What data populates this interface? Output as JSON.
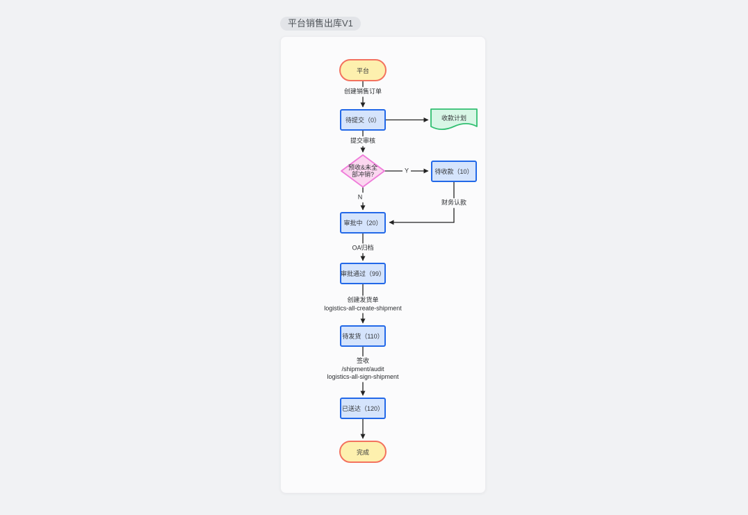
{
  "header": {
    "title_badge": "平台销售出库V1"
  },
  "flowchart": {
    "nodes": {
      "start": {
        "label": "平台"
      },
      "pending_submit": {
        "label": "待提交（0）"
      },
      "payment_plan": {
        "label": "收款计划"
      },
      "decision": {
        "label_line1": "预收&未全",
        "label_line2": "部冲销?"
      },
      "pending_payment": {
        "label": "待收款（10）"
      },
      "approving": {
        "label": "审批中（20）"
      },
      "approved": {
        "label": "审批通过（99）"
      },
      "pending_ship": {
        "label": "待发货（110）"
      },
      "delivered": {
        "label": "已送达（120）"
      },
      "end": {
        "label": "完成"
      }
    },
    "edge_labels": {
      "create_order": "创建销售订单",
      "submit_audit": "提交审核",
      "yes": "Y",
      "no": "N",
      "finance_confirm": "财务认款",
      "oa_archive": "OA归档",
      "create_shipment_line1": "创建发货单",
      "create_shipment_line2": "logistics-all-create-shipment",
      "sign_line1": "签收",
      "sign_line2": "/shipment/audit",
      "sign_line3": "logistics-all-sign-shipment"
    },
    "colors": {
      "terminator_fill": "#fdf0ae",
      "terminator_border": "#f3725e",
      "process_fill": "#d5e4fc",
      "process_border": "#2268e8",
      "decision_fill": "#fbd7f0",
      "decision_border": "#ef7ad9",
      "document_fill": "#d8f6e6",
      "document_border": "#31bf71",
      "connector": "#222222"
    }
  }
}
